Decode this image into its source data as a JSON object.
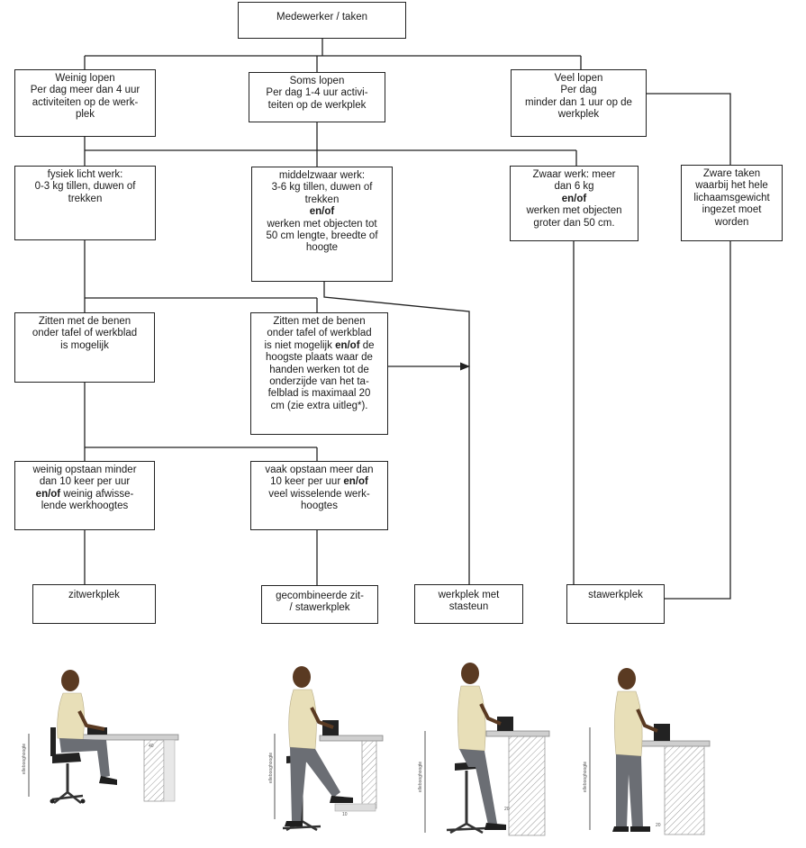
{
  "boxes": {
    "root": [
      "Medewerker / taken"
    ],
    "weinig_lopen": [
      "Weinig lopen",
      "Per dag meer dan 4 uur",
      "activiteiten op de werk-",
      "plek"
    ],
    "soms_lopen": [
      "Soms lopen",
      "Per dag 1-4 uur activi-",
      "teiten op de werkplek"
    ],
    "veel_lopen": [
      "Veel lopen",
      "Per dag",
      "minder dan 1 uur op de",
      "werkplek"
    ],
    "licht_werk": [
      "fysiek licht werk:",
      "0-3 kg tillen, duwen of",
      "trekken"
    ],
    "middelzwaar_werk": [
      "middelzwaar werk:",
      "3-6 kg tillen, duwen of",
      "trekken",
      "en/of",
      "werken met objecten tot",
      "50 cm lengte, breedte of",
      "hoogte"
    ],
    "zwaar_werk": [
      "Zwaar werk: meer",
      "dan 6 kg",
      "en/of",
      "werken met objecten",
      "groter dan 50 cm."
    ],
    "zware_taken": [
      "Zware taken",
      "waarbij het hele",
      "lichaamsgewicht",
      "ingezet moet",
      "worden"
    ],
    "zitten_mogelijk": [
      "Zitten met de benen",
      "onder tafel of werkblad",
      "is mogelijk"
    ],
    "zitten_niet_mogelijk": [
      "Zitten met de benen",
      "onder tafel of werkblad",
      "is niet mogelijk en/of de",
      "hoogste plaats waar de",
      "handen werken tot de",
      "onderzijde van het ta-",
      "felblad is maximaal 20",
      "cm (zie extra uitleg*)."
    ],
    "weinig_opstaan": [
      "weinig opstaan minder",
      "dan 10 keer per uur",
      "en/of weinig afwisse-",
      "lende werkhoogtes"
    ],
    "vaak_opstaan": [
      "vaak opstaan meer dan",
      "10 keer per uur en/of",
      "veel wisselende werk-",
      "hoogtes"
    ],
    "zitwerkplek": [
      "zitwerkplek"
    ],
    "gecombineerde": [
      "gecombineerde zit-",
      "/ stawerkplek"
    ],
    "stasteun": [
      "werkplek met",
      "stasteun"
    ],
    "stawerkplek": [
      "stawerkplek"
    ]
  },
  "bold_words": [
    "en/of"
  ],
  "figures": {
    "side_label": "ellebooghoogte",
    "dims": [
      "40",
      "10",
      "20",
      "20"
    ]
  }
}
